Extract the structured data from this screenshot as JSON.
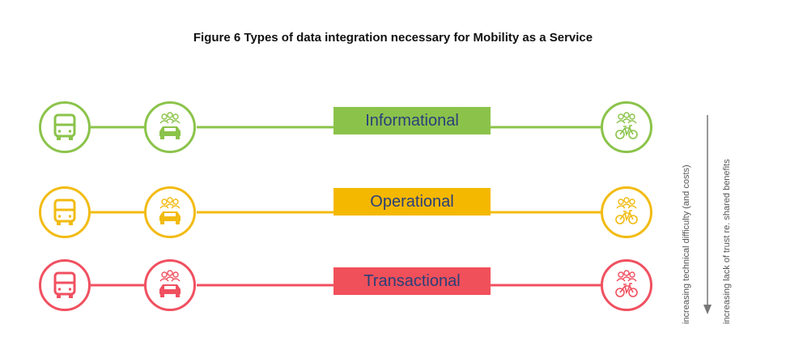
{
  "title": "Figure 6 Types of data integration necessary for Mobility as a Service",
  "rows": [
    {
      "label": "Informational",
      "color": "#8bc34a",
      "fill": "#8bc34a"
    },
    {
      "label": "Operational",
      "color": "#f2bb12",
      "fill": "#f5b800"
    },
    {
      "label": "Transactional",
      "color": "#f05060",
      "fill": "#f0505a"
    }
  ],
  "icons": {
    "left": "bus-icon",
    "middle": "carsharing-icon",
    "right": "bikesharing-icon"
  },
  "side_labels": {
    "difficulty": "increasing technical difficulty (and costs)",
    "trust": "increasing lack of trust re. shared benefits"
  }
}
